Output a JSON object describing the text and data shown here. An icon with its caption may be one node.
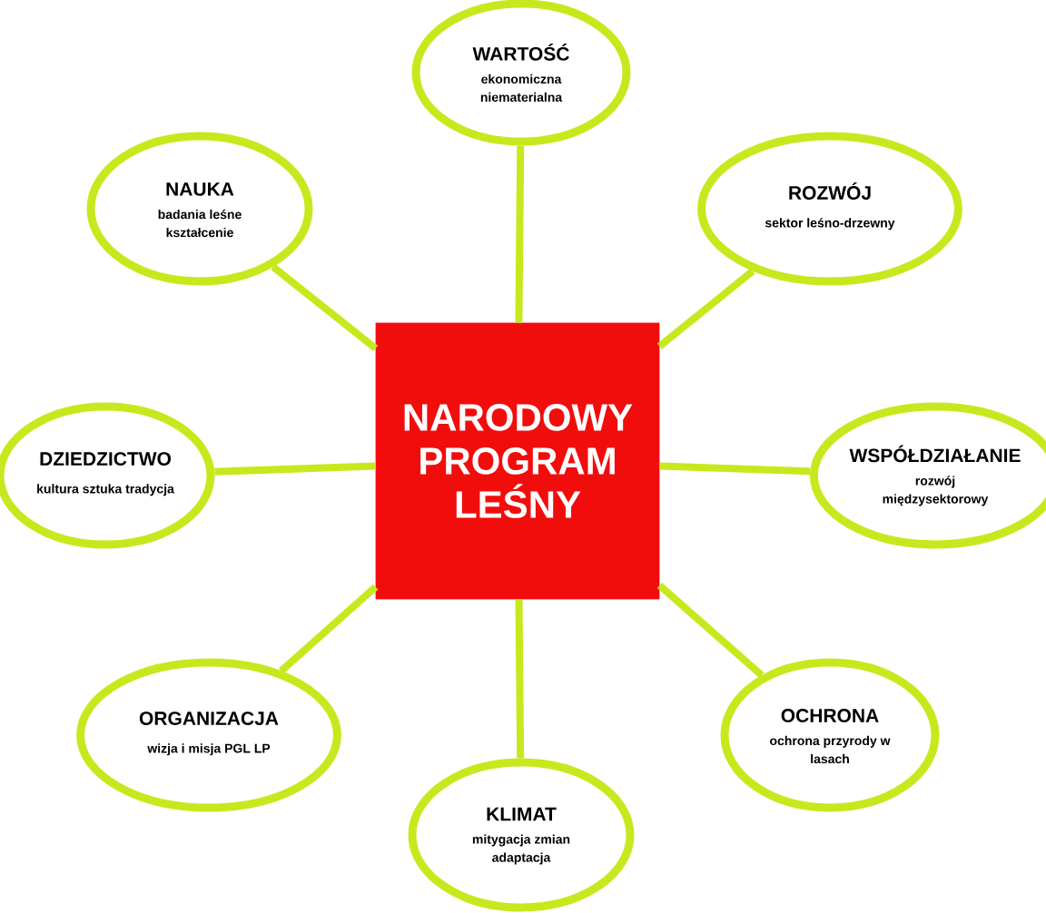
{
  "diagram": {
    "nodes": [
      {
        "text": [
          "WARTOŚĆ",
          "ekonomiczna niematerialna"
        ]
      },
      {
        "text": [
          "NAUKA",
          "badania leśne kształcenie"
        ]
      },
      {
        "text": [
          "ROZWÓJ",
          "sektor leśno-drzewny"
        ]
      },
      {
        "text": [
          "NARODOWY PROGRAM LEŚNY"
        ]
      },
      {
        "text": [
          "DZIEDZICTWO",
          "kultura sztuka tradycja"
        ]
      },
      {
        "text": [
          "WSPÓŁDZIAŁANIE",
          "rozwój międzysektorowy"
        ]
      },
      {
        "text": [
          "ORGANIZACJA",
          "wizja i misja PGL LP"
        ]
      },
      {
        "text": [
          "OCHRONA",
          "ochrona przyrody w lasach"
        ]
      },
      {
        "text": [
          "KLIMAT",
          "mitygacja zmian adaptacja"
        ]
      }
    ],
    "edges": [
      {
        "from": 3,
        "to": 0,
        "arrow": "none"
      },
      {
        "from": 3,
        "to": 1,
        "arrow": "none"
      },
      {
        "from": 3,
        "to": 2,
        "arrow": "none"
      },
      {
        "from": 3,
        "to": 4,
        "arrow": "none"
      },
      {
        "from": 3,
        "to": 5,
        "arrow": "none"
      },
      {
        "from": 3,
        "to": 6,
        "arrow": "none"
      },
      {
        "from": 3,
        "to": 7,
        "arrow": "none"
      },
      {
        "from": 3,
        "to": 8,
        "arrow": "none"
      }
    ]
  }
}
